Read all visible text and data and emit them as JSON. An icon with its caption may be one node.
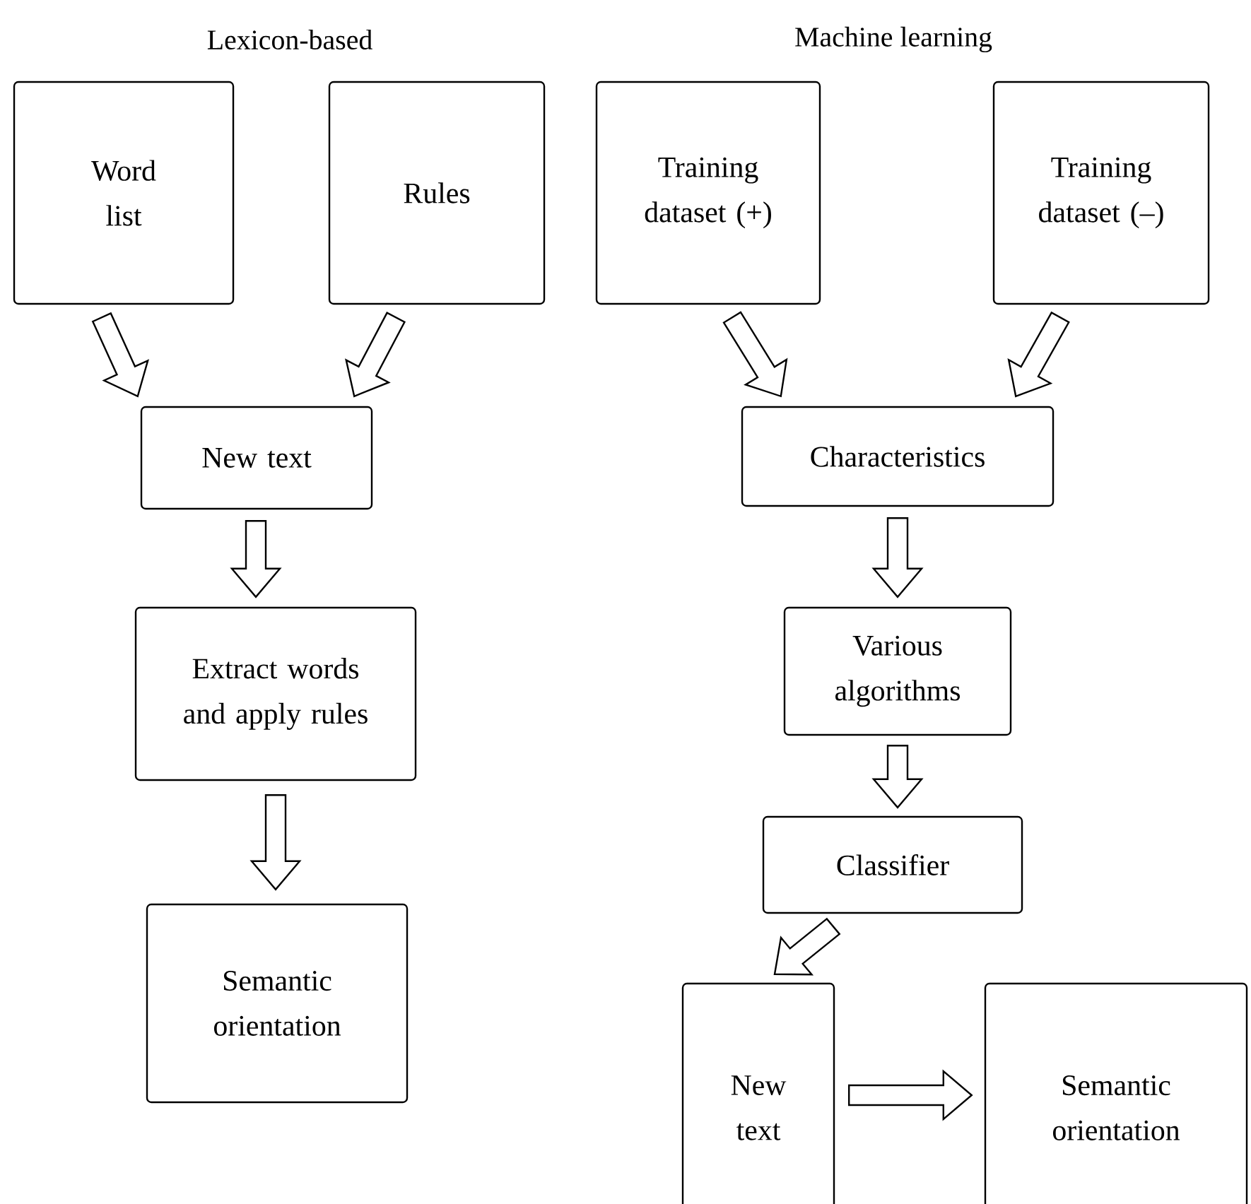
{
  "diagram": {
    "nodes": [
      {
        "text": [
          "Word list"
        ]
      },
      {
        "text": [
          "Rules"
        ]
      },
      {
        "text": [
          "New text"
        ]
      },
      {
        "text": [
          "Extract words and apply rules"
        ]
      },
      {
        "text": [
          "Semantic orientation"
        ]
      },
      {
        "text": [
          "Training dataset (+)"
        ]
      },
      {
        "text": [
          "Training dataset (–)"
        ]
      },
      {
        "text": [
          "Characteristics"
        ]
      },
      {
        "text": [
          "Various algorithms"
        ]
      },
      {
        "text": [
          "Classifier"
        ]
      },
      {
        "text": [
          "New text"
        ]
      },
      {
        "text": [
          "Semantic orientation"
        ]
      }
    ],
    "edges": [
      {
        "from": 0,
        "to": 2,
        "arrow": "to"
      },
      {
        "from": 1,
        "to": 2,
        "arrow": "to"
      },
      {
        "from": 2,
        "to": 3,
        "arrow": "to"
      },
      {
        "from": 3,
        "to": 4,
        "arrow": "to"
      },
      {
        "from": 5,
        "to": 7,
        "arrow": "to"
      },
      {
        "from": 6,
        "to": 7,
        "arrow": "to"
      },
      {
        "from": 7,
        "to": 8,
        "arrow": "to"
      },
      {
        "from": 8,
        "to": 9,
        "arrow": "to"
      },
      {
        "from": 9,
        "to": 10,
        "arrow": "to"
      },
      {
        "from": 10,
        "to": 11,
        "arrow": "to"
      }
    ],
    "labels": [
      "Lexicon-based",
      "Machine learning"
    ]
  }
}
